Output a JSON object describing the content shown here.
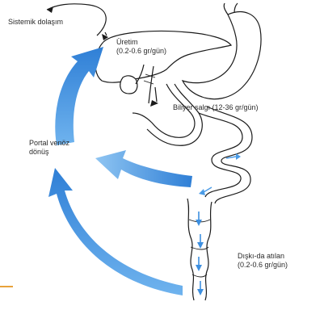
{
  "labels": {
    "systemic": "Sistemik dolaşım",
    "production_line1": "Üretim",
    "production_line2": "(0.2-0.6 gr/gün)",
    "biliary": "Biliyer salgı (12-36 gr/gün)",
    "portal_line1": "Portal venöz",
    "portal_line2": "dönüş",
    "excretion_line1": "Dışkı-da atılan",
    "excretion_line2": "(0.2-0.6 gr/gün)"
  },
  "colors": {
    "flow": "#3d8fe0",
    "outline": "#1a1a1a",
    "accent": "#e8a23a"
  }
}
